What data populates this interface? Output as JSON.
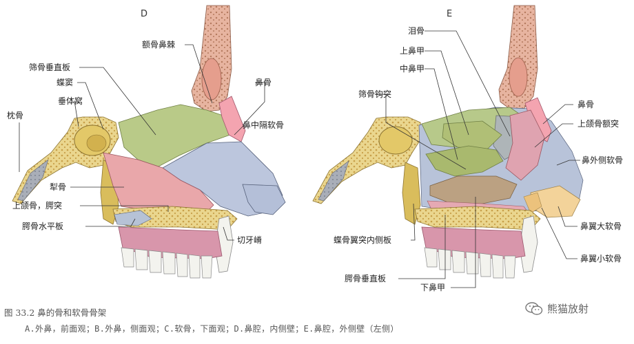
{
  "panels": {
    "left": {
      "letter": "D",
      "labels": {
        "frontal_spine": "额骨鼻棘",
        "ethmoid_perpendicular": "筛骨垂直板",
        "nasal_bone": "鼻骨",
        "sphenoid_sinus": "蝶窦",
        "sella": "垂体窝",
        "septal_cartilage": "鼻中隔软骨",
        "occipital": "枕骨",
        "vomer": "犁骨",
        "maxilla_palatine": "上颌骨，腭突",
        "palatine_horizontal": "腭骨水平板",
        "incisive_crest": "切牙嵴"
      }
    },
    "right": {
      "letter": "E",
      "labels": {
        "lacrimal": "泪骨",
        "superior_concha": "上鼻甲",
        "middle_concha": "中鼻甲",
        "uncinate": "筛骨钩突",
        "nasal_bone": "鼻骨",
        "frontal_process": "上颌骨额突",
        "lateral_cartilage": "鼻外侧软骨",
        "medial_pterygoid": "蝶骨翼突内侧板",
        "major_alar": "鼻翼大软骨",
        "minor_alar": "鼻翼小软骨",
        "palatine_perpendicular": "腭骨垂直板",
        "inferior_concha": "下鼻甲"
      }
    }
  },
  "caption": {
    "title": "图 33.2   鼻的骨和软骨骨架",
    "subtitle": "A.外鼻，前面观；B.外鼻，侧面观；C.软骨，下面观；D.鼻腔，内侧壁；E.鼻腔，外侧壁（左侧）"
  },
  "watermark": {
    "text": "熊猫放射",
    "icon": "wechat-icon"
  },
  "colors": {
    "bone": "#e8d48a",
    "bone_dark": "#c9a94a",
    "nasal_bone": "#f0a0a8",
    "cartilage": "#b9c4dc",
    "vomer": "#e7a6a8",
    "ethmoid": "#b8c98a",
    "palate": "#c8b9c6",
    "gum": "#d990a8",
    "teeth": "#f2f2ee",
    "concha": "#b5c07c",
    "inferior_concha": "#b89f80",
    "alar": "#f3d39a"
  }
}
